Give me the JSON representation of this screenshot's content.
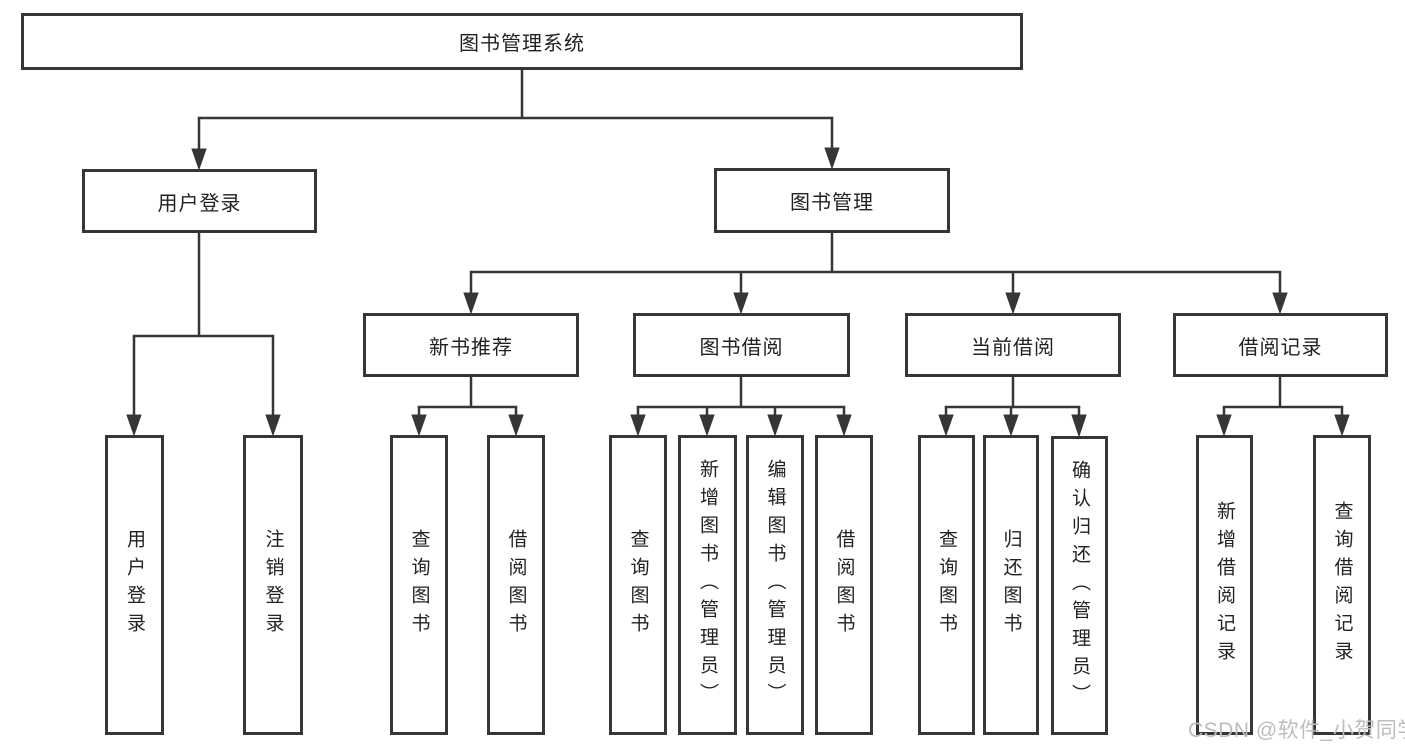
{
  "page": {
    "background": "#ffffff",
    "line_color": "#363636",
    "box_fill": "#ffffff",
    "watermark_color": "#bdbdbd"
  },
  "watermark": "CSDN @软件_小贺同学",
  "diagram": {
    "type": "hierarchy",
    "root": {
      "label": "图书管理系统"
    },
    "branches": [
      {
        "label": "用户登录",
        "children": [
          {
            "label": "用户登录"
          },
          {
            "label": "注销登录"
          }
        ]
      },
      {
        "label": "图书管理",
        "children": [
          {
            "label": "新书推荐",
            "children": [
              {
                "label": "查询图书"
              },
              {
                "label": "借阅图书"
              }
            ]
          },
          {
            "label": "图书借阅",
            "children": [
              {
                "label": "查询图书"
              },
              {
                "label": "新增图书（管理员）"
              },
              {
                "label": "编辑图书（管理员）"
              },
              {
                "label": "借阅图书"
              }
            ]
          },
          {
            "label": "当前借阅",
            "children": [
              {
                "label": "查询图书"
              },
              {
                "label": "归还图书"
              },
              {
                "label": "确认归还（管理员）"
              }
            ]
          },
          {
            "label": "借阅记录",
            "children": [
              {
                "label": "新增借阅记录"
              },
              {
                "label": "查询借阅记录"
              }
            ]
          }
        ]
      }
    ]
  }
}
